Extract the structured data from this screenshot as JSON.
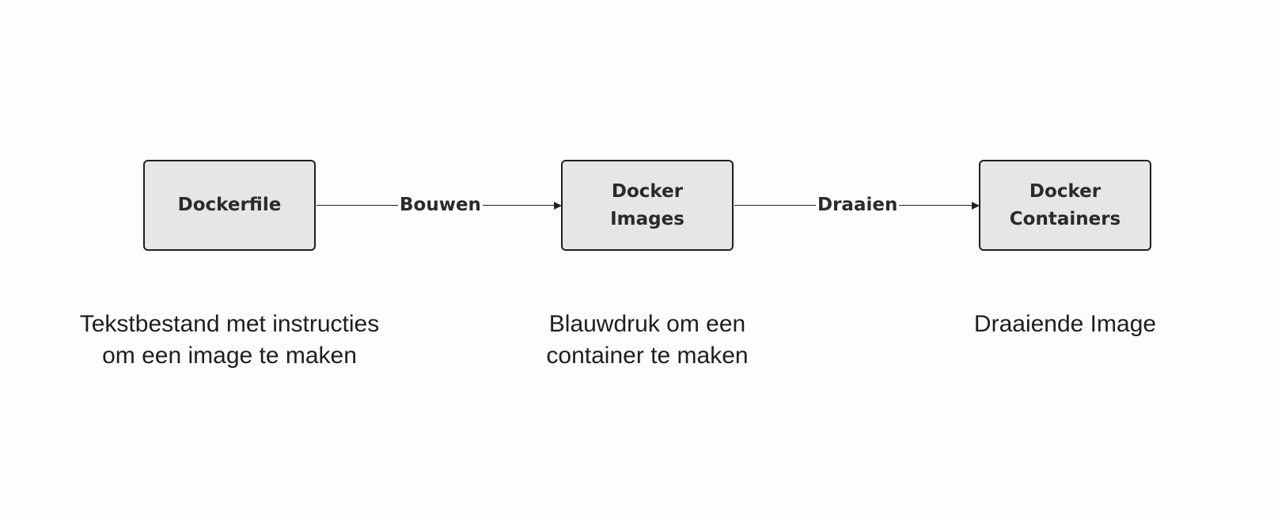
{
  "nodes": [
    {
      "title": "Dockerfile",
      "description": "Tekstbestand met instructies\nom een image te maken"
    },
    {
      "title": "Docker\nImages",
      "description": "Blauwdruk om een\ncontainer te maken"
    },
    {
      "title": "Docker\nContainers",
      "description": "Draaiende Image"
    }
  ],
  "edges": [
    {
      "from": "Dockerfile",
      "to": "Docker Images",
      "label": "Bouwen"
    },
    {
      "from": "Docker Images",
      "to": "Docker Containers",
      "label": "Draaien"
    }
  ],
  "colors": {
    "node_fill": "#e6e6e6",
    "node_border": "#1f1f1f",
    "text": "#2a2a2a",
    "background": "#fdfdfd"
  }
}
